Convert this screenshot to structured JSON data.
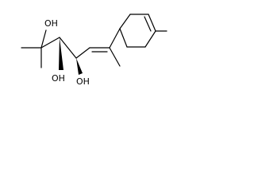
{
  "structure": {
    "labels": {
      "oh_c2": "OH",
      "oh_c3": "OH",
      "oh_c4": "OH"
    }
  }
}
